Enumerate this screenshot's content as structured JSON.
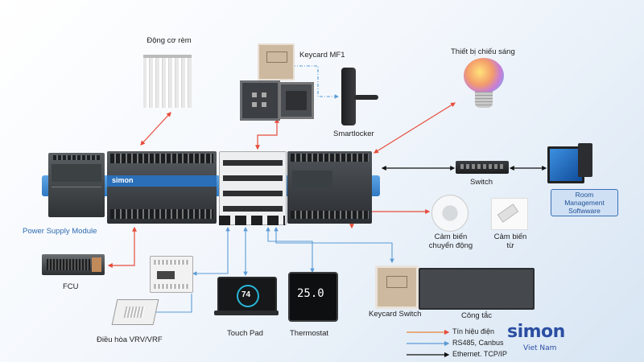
{
  "labels": {
    "curtain": "Động cơ rèm",
    "keycard_mf1": "Keycard MF1",
    "lighting": "Thiết bị chiếu sáng",
    "smartlocker": "Smartlocker",
    "switch": "Switch",
    "rms": "Room Management Softwware",
    "psu": "Power Supply Module",
    "fcu": "FCU",
    "motion_sensor": "Cảm biến chuyển động",
    "magnetic_sensor": "Cảm biến từ",
    "keycard_switch": "Keycard Switch",
    "wall_switch": "Công tắc",
    "vrv": "Điều hòa VRV/VRF",
    "touchpad": "Touch Pad",
    "thermostat": "Thermostat"
  },
  "device_text": {
    "controller_brand": "simon",
    "touchpad_value": "74",
    "thermostat_value": "25.0"
  },
  "legend": [
    {
      "label": "Tín hiệu điện",
      "color": "#e8843a"
    },
    {
      "label": "RS485, Canbus",
      "color": "#5b9bd5"
    },
    {
      "label": "Ethernet. TCP/IP",
      "color": "#111111"
    }
  ],
  "brand": {
    "name": "simon",
    "sub": "Viet Nam",
    "color": "#2b4ea2"
  },
  "colors": {
    "signal": "#e74c3c",
    "rs485": "#5b9bd5",
    "ethernet": "#111111",
    "bus_bar": "#3f8fd6"
  }
}
